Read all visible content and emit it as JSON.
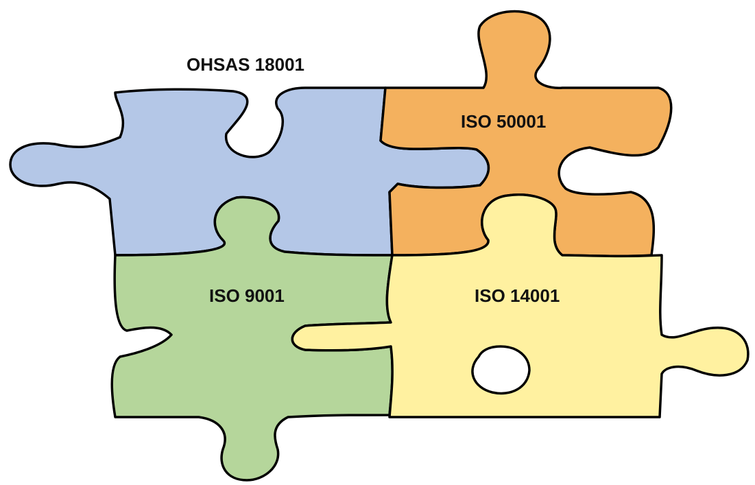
{
  "pieces": {
    "ohsas": {
      "label": "OHSAS 18001",
      "color": "#B4C7E7"
    },
    "iso50001": {
      "label": "ISO 50001",
      "color": "#F4B15E"
    },
    "iso9001": {
      "label": "ISO 9001",
      "color": "#B5D69B"
    },
    "iso14001": {
      "label": "ISO 14001",
      "color": "#FFF1A0"
    }
  }
}
